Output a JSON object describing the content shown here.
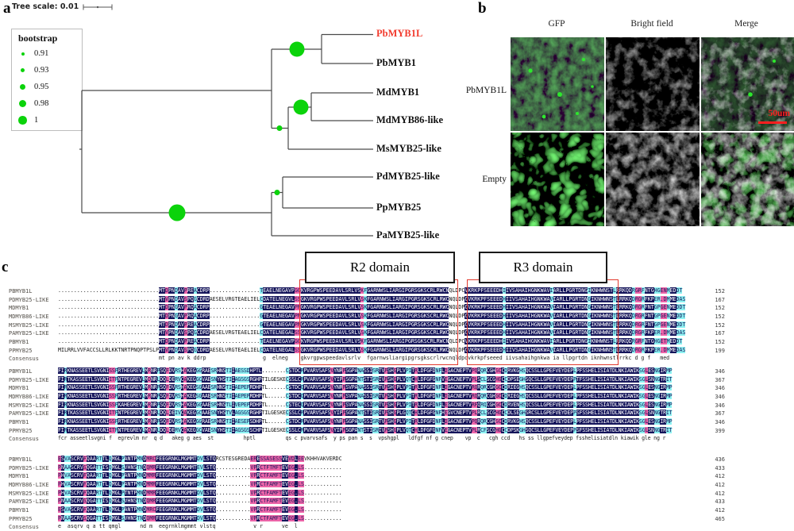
{
  "colors": {
    "green_node": "#0bd30b",
    "tree_line": "#4a4a4a",
    "red_taxon": "#f23b2e",
    "navy": "#14145a",
    "pink": "#ec64a8",
    "cyan": "#8df2f2",
    "red_box": "#e23a2e",
    "scalebar_red": "#ff1f1f"
  },
  "panel_a": {
    "label": "a",
    "tree_scale_label": "Tree scale: 0.01",
    "bootstrap_legend": {
      "title": "bootstrap",
      "items": [
        {
          "value": "0.91",
          "d": 4
        },
        {
          "value": "0.93",
          "d": 5.5
        },
        {
          "value": "0.95",
          "d": 7
        },
        {
          "value": "0.98",
          "d": 9
        },
        {
          "value": "1",
          "d": 10.5
        }
      ]
    },
    "taxa": [
      {
        "name": "PbMYB1L",
        "color": "#f23b2e"
      },
      {
        "name": "PbMYB1",
        "color": "#111111"
      },
      {
        "name": "MdMYB1",
        "color": "#111111"
      },
      {
        "name": "MdMYB86-like",
        "color": "#111111"
      },
      {
        "name": "MsMYB25-like",
        "color": "#111111"
      },
      {
        "name": "PdMYB25-like",
        "color": "#111111"
      },
      {
        "name": "PpMYB25",
        "color": "#111111"
      },
      {
        "name": "PaMYB25-like",
        "color": "#111111"
      }
    ]
  },
  "panel_b": {
    "label": "b",
    "columns": [
      "GFP",
      "Bright field",
      "Merge"
    ],
    "rows": [
      "PbMYB1L",
      "Empty"
    ],
    "scale_bar_label": "50um"
  },
  "panel_c": {
    "label": "c",
    "domain_boxes": [
      "R2 domain",
      "R3 domain"
    ],
    "row_names": [
      "PBMYB1L",
      "PDMYB25-LIKE",
      "MDMYB1",
      "MDMYB86-LIKE",
      "MSMYB25-LIKE",
      "PAMYB25-LIKE",
      "PBMYB1",
      "PPMYB25",
      "Consensus"
    ],
    "blocks": [
      {
        "seqs": [
          "................................MTDPNDAVPREACDRP................TEAELNEGAVPGGKVRGPWSPEEDAVLSRLVSKFGARNWSLIARGIPGRSGKSCRLRWCNQLDPCVKRKPFSEEEDHIIVSAHAIHGNKWAVIARLLPGRTDNGIKNHWNSTLRRKQDRGRFNTGHGENMEDDT",
          "................................MTVPNDAVSPQGCDRDAESELVRGTEAELIELCDATELNEGVLSSGKVRGPWSPEEDAVLSRLVSKFGARNWSLIARGIPGRSGKSCRLRWCNQLDPCVKRKPFSEEEDHIIVSAHAIHGNKWAVIARLLPGRTDNGIKNHWNSTLRRKQDRGRFKPER.DMMEDAS",
          "................................MTDPNGAVPRQACDRP................GTEAELNEGAVPNGKVRGPWSPEEDAVLSRLVSKFGARNWSLIARGIPGRSGKSCRLRWCNQLDPCVKRKPFSEEEDHIIVSAHAIHGNKWAVIARLLPGRTDNGIKNHWNSTLRRKQDRGRFNTGPGENMEDDT",
          "................................MTDPNGAVPRQACDRP................GTEAELNEGAVPNGKVRGPWSPEEDAVLSRLVSKFGARNWSLIARGIPGRSGKSCRLRWCNQLDPCVKRKPFSEEEDHIIVSAHAIHGNKWAVIARLLPGRTDNGIKNHWNSTLRRKQDRGRFNTGPGENMEDDT",
          "................................MTDPNDAVPREACDRP................GTEAELNEGAVPNGKVRGPWSPEEDAVLSRLVSKFGARNWSLIARGIPGRSGKSCRLRWCNQLDPCVKRKPFSEEEDHIIVSAHAIHGNKWAVIARLLPGRTDNGIKNHWNSTLRRKQDRGRFNTGPGENMEDDT",
          "................................MTVPNDAVSPQGCDRDAESELVRGTEAELIELCDATELNEGALSSGKVRGPWSPEEDAVLSRLVSKFGARNWSLIARGIPGRSGKSCRLRWCNQLDPCVKRKPFSEEEDHIIVSAHAIHGNKWAVIARLLPGRTDNGIKNHWNSTLRRKQDRGRFKPER.DMMEDAS",
          "................................MTDPNDAVPREACDRP................TEAELNEGAVPGGKVRGPWSPEEDAVLSRLVSKFGARNWSLIARGIPGRSGKSCRLRWCNQLDPCVKRKPFSEEEDHIIVSAHAIHGNKWAVIARLLPGRTDNGIKNHWNSTLRRKQDRGRFNTGHGETMEDDT",
          "MILRRLVVFACCSLLRLKKTNRTPNQPTPSLPMTVPNDAVSPQGCDRDAESELVRGTEAELIELCDATELNEGALSSGKVRGPWSPEEDAVLSRLVSKFGARNWSLIARGIPGRSGKSCRLRWCNQLDPCVKRKPFSEEEDHIIVSAHAIHGNKWAVIARLLPGRTDNGIKNHWNSTLRRKQDRGRFKPER.DMMEDAS"
        ],
        "consensus": "                                mt pn av k ddrp                  g  elneg    gkvrgpwspeedavlsrlv  fgarnwsliargipgrsgkscrlrwcnqldpcvkrkpfseeed iivsahaihgnkwa ia llpgrtdn iknhwnstlrrkc d g f   med     ",
        "numbers": [
          152,
          167,
          152,
          152,
          152,
          167,
          152,
          199
        ],
        "mask": [
          [
            32,
            48,
            "n"
          ],
          [
            34,
            35,
            "p"
          ],
          [
            37,
            38,
            "c"
          ],
          [
            40,
            41,
            "p"
          ],
          [
            43,
            44,
            "c"
          ],
          [
            64,
            77,
            "n"
          ],
          [
            64,
            65,
            "c"
          ],
          [
            75,
            77,
            "p"
          ],
          [
            77,
            182,
            "n"
          ],
          [
            96,
            97,
            "p"
          ],
          [
            97,
            98,
            "c"
          ],
          [
            124,
            129,
            "w"
          ],
          [
            141,
            142,
            "c"
          ],
          [
            156,
            157,
            "c"
          ],
          [
            168,
            169,
            "c"
          ],
          [
            176,
            177,
            "c"
          ],
          [
            182,
            199,
            "c"
          ],
          [
            183,
            185,
            "p"
          ],
          [
            186,
            189,
            "n"
          ],
          [
            191,
            193,
            "p"
          ],
          [
            194,
            196,
            "n"
          ]
        ]
      },
      {
        "seqs": [
          "FIRKNASSEETLSVGNISSFRTHEGREVLMRNRPSQFDVRSHAKEGGGRAESRHNSTIIAESSDHPTL........CSTDCRPVARVSAFSVYNRPSGPANASSISRTVPSHGPLVPITRLDFGFDNFLDGACNEPTVPQRQRCGHSCCDRVKGHSQCSSLLGPEFVEYDEPLPFSSHELISIATDLNKIAWIKSGLESNGIRMP",
          "FIRTKASSEETLSVGNIITFNTPEGREVLMDNRLDQLDERVCAKEGGCVAESNYHSTIIAGSGSRGHPTILGESKECSSLCRPVARVSAFSVYIPPSGPANTSTISRIVPSHGPLVQTCHLDFGFGNFVEGACNEPTVPLSCLSCGHGCCDPSEGHSQCSLLGPEFVEYDEPPTFSSHELISIATDLNKIAWIKSGLSNNGTRIT",
          "FIRKNASSEETLSVGNISSFRTHEGREVLMRNRPSQFDVRSHAKEGSGAAESRHNSTIIAEPEPRDHPTL......CSTDCQPVARVSAFSVYNRPSVPANASSISRTVPSHGPLVPITRLDFGFDNFLDGACNEPTVRQRQRCGHGCCDRIEGHSQCSSLLGPEFVEYDEPLPFSSHELISIATDLNKIAWIKSGLESNGIRMP",
          "FIRKNASSEETLSVGNISSFRTHEGREVLMRNRPSQFDVRSHAKEGSGAAESRHNSTIIAEPEPRDHPTL......CSTDCQPVARVSAFSVYNRPSVPANASSISRTVPSHGPLVPITRLDFGFDNFLDGACNEPTVRQRQRCGHGCCDRIEGHSQCSSLLGPEFVEYDEPLPFSSHELISIATDLNKIAWIKSGLESNGIRMP",
          "FIRKNASSEETLSVGNISSFKAHEGREVLMRNRPSQFDVRSHAKEGGGAAESRHNSTLIVEPEPRDHPTL......CSTECQPVARVSAFSVYNRPSVPANASSISRTVPSHGPLVPITRLDFGFDNFLEGACNEPTVRFQRQCGHGCCDRVENHSQCSSLLGPEFVEYDEPLPFSSHELISIATDLNKIAWIKSGLESNGIRMP",
          "FIRTKASSEETLSVGNIITFNTPEGREVLMDNRLDQLDEIVCAKEGGCAAESNYHSTVLAGSGSRGHPTILGESKECSSLCRPVARVSAFSVYIPPSGPANTSTISRIVPSHGPLGQTCHLDFGFGNFHEGVCNEPTVPLRCLSCGHGCCDLSEGHSRCSLLGPEFVEYDEPPSFSSHELISIATDLNKIAWIKSGLSNNGTRIT",
          "FIRKNASSEETLSVGNISSFRTHEGREVLMRNRPSQFDVRSHAKEGGGRAESRHNSTIIAESEPSDHPTL......CSTDCRPVARVSAFSVYNRPSGPANASSISRTVPSHGPLVPITRLDFGFDNFLDGACNEPTVPQRQRCGHSCCDRVKGHSQCSSLLGPEFVEYDEPLPFSSHELISIATDLNKIAWIKSGLESNGIRMP",
          "FIRTKASSEETLSVGNIITFNTPEGREVLMDNRLDQLDERVCAKEGGCVAESNYHSTIIAGSGSSCHPTILGESKECSSLCRPVARVSAFSVYIPPSGPANTSTISRIVPSHGPLVQTCHLDFGFGNFVEGACNEPTVPLRCFSCGHGCCDPSKGHSQCSLLGPEFVEYDEPPSFSSHELISIATDLNKIAWIKSGLSNNGTRIT"
        ],
        "consensus": "fcr asseetlsvgni f  egrevlm nr  q d   akeg g aes  st          hptl          qs c pvarvsafs  y ps pan s  s  vpshgpl   ldfgf nf g cnep    vp  c   cgh ccd   hs ss llgpefveydep fsshelisiatdln kiawik gle ng r  ",
        "numbers": [
          346,
          367,
          346,
          346,
          346,
          367,
          346,
          399
        ],
        "mask": [
          [
            0,
            62,
            "n"
          ],
          [
            2,
            3,
            "c"
          ],
          [
            17,
            19,
            "p"
          ],
          [
            19,
            20,
            "c"
          ],
          [
            28,
            29,
            "c"
          ],
          [
            30,
            31,
            "p"
          ],
          [
            33,
            34,
            "c"
          ],
          [
            36,
            37,
            "p"
          ],
          [
            39,
            41,
            "c"
          ],
          [
            42,
            43,
            "p"
          ],
          [
            46,
            48,
            "c"
          ],
          [
            51,
            53,
            "c"
          ],
          [
            56,
            58,
            "c"
          ],
          [
            59,
            62,
            "c"
          ],
          [
            62,
            64,
            "c"
          ],
          [
            64,
            68,
            "n"
          ],
          [
            76,
            92,
            "n"
          ],
          [
            76,
            77,
            "c"
          ],
          [
            81,
            82,
            "c"
          ],
          [
            91,
            92,
            "p"
          ],
          [
            92,
            112,
            "n"
          ],
          [
            95,
            96,
            "p"
          ],
          [
            100,
            102,
            "c"
          ],
          [
            105,
            107,
            "c"
          ],
          [
            109,
            110,
            "p"
          ],
          [
            112,
            136,
            "n"
          ],
          [
            112,
            113,
            "p"
          ],
          [
            116,
            118,
            "c"
          ],
          [
            119,
            120,
            "p"
          ],
          [
            126,
            128,
            "c"
          ],
          [
            129,
            130,
            "p"
          ],
          [
            136,
            152,
            "n"
          ],
          [
            138,
            140,
            "p"
          ],
          [
            141,
            143,
            "c"
          ],
          [
            146,
            148,
            "p"
          ],
          [
            149,
            150,
            "c"
          ],
          [
            152,
            160,
            "n"
          ],
          [
            154,
            156,
            "c"
          ],
          [
            160,
            188,
            "n"
          ],
          [
            172,
            173,
            "c"
          ],
          [
            188,
            205,
            "n"
          ],
          [
            194,
            196,
            "c"
          ],
          [
            196,
            197,
            "p"
          ],
          [
            199,
            201,
            "c"
          ],
          [
            203,
            205,
            "c"
          ]
        ]
      },
      {
        "seqs": [
          "ESVASCRVFQAARTTLQMGLPANTPMNDMRCFEEGRNKLMGMMTDVLSTQRCSTESGREDAERESSASESSVEVDLEEVKHHVAKVERDC",
          "PNAASCRVSQGATTISQMGLSVHNSTNDQMRFEEGRNKLMGMMTEVLSTQ...........VPRCTFTMFTEVEG.LS............",
          "PHVASCRVFQAARTTLQMGLPANTPMNDMMRFEEGRNKLMGMMTDVLSTQ...........VPRCTFAMFTEVEG.LS............",
          "PHVASCRVFQAARTTLQMGLPANTPMNDMMRFEEGRNKLMGMMTDVLSTQ...........VPRCTFAMFTEVEG.LS............",
          "PHVASCRVFQAARTTLQMGLPTNTPMNDMMRFEEGRNKLMGMMTDVLSTQ...........VPRCTFAMFTEVEG.LS............",
          "PNAASCRVSQGATTISQMGLSVHNSTNDQMRFEEGRNKLMGMMTDVLSTQ...........VPRCTFAMFTEVEG.LS............",
          "ESVASCRVFQAARTTLQMGLPANTPMNDMRCFEEGRNKLMGMMTDVLSTQ...........VPRCTFAMFTEVEG.LS............",
          "PNAASCRVSQGATTISQMGLSVHNSTNDQMRFEEGRNKLMGMMTDVLSTQ...........VPRCTFAMFTEVEG.LS............"
        ],
        "consensus": "e  asqrv q a tt qmgl      nd m  eegrnklmgmmt vlstq            v r      ve  l              ",
        "numbers": [
          436,
          433,
          412,
          412,
          412,
          433,
          412,
          465
        ],
        "mask": [
          [
            0,
            50,
            "n"
          ],
          [
            0,
            1,
            "p"
          ],
          [
            2,
            4,
            "c"
          ],
          [
            8,
            9,
            "p"
          ],
          [
            12,
            14,
            "c"
          ],
          [
            16,
            17,
            "c"
          ],
          [
            20,
            21,
            "c"
          ],
          [
            25,
            27,
            "c"
          ],
          [
            28,
            31,
            "p"
          ],
          [
            44,
            46,
            "c"
          ],
          [
            61,
            78,
            "p"
          ],
          [
            63,
            64,
            "n"
          ],
          [
            71,
            73,
            "n"
          ],
          [
            75,
            76,
            "n"
          ]
        ]
      }
    ]
  }
}
